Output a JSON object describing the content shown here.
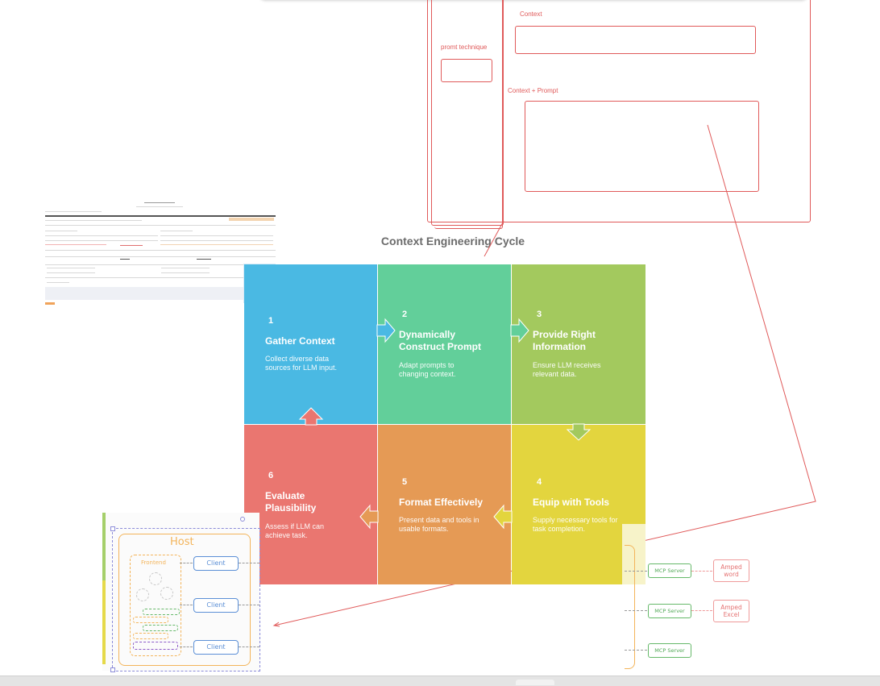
{
  "annotations": {
    "context_label": "Context",
    "technique_label": "promt technique",
    "context_prompt_label": "Context + Prompt"
  },
  "cycle": {
    "title": "Context Engineering Cycle",
    "steps": [
      {
        "num": "1",
        "title": "Gather Context",
        "desc": "Collect diverse data sources for LLM input.",
        "color": "#4ab9e3"
      },
      {
        "num": "2",
        "title": "Dynamically Construct Prompt",
        "desc": "Adapt prompts to changing context.",
        "color": "#62cf9a"
      },
      {
        "num": "3",
        "title": "Provide Right Information",
        "desc": "Ensure LLM receives relevant data.",
        "color": "#a3c95e"
      },
      {
        "num": "4",
        "title": "Equip with Tools",
        "desc": "Supply necessary tools for task completion.",
        "color": "#e3d53e"
      },
      {
        "num": "5",
        "title": "Format Effectively",
        "desc": "Present data and tools in usable formats.",
        "color": "#e59a55"
      },
      {
        "num": "6",
        "title": "Evaluate Plausibility",
        "desc": "Assess if LLM can achieve task.",
        "color": "#ea7670"
      }
    ]
  },
  "architecture": {
    "host_label": "Host",
    "frontend_label": "Frontend",
    "clients": [
      "Client",
      "Client",
      "Client"
    ],
    "servers": [
      "MCP Server",
      "MCP Server",
      "MCP Server"
    ],
    "targets": [
      "Amped word",
      "Amped Excel"
    ]
  },
  "icons": [
    "arrow-right-icon",
    "arrow-down-icon",
    "arrow-left-icon",
    "arrow-up-icon"
  ]
}
